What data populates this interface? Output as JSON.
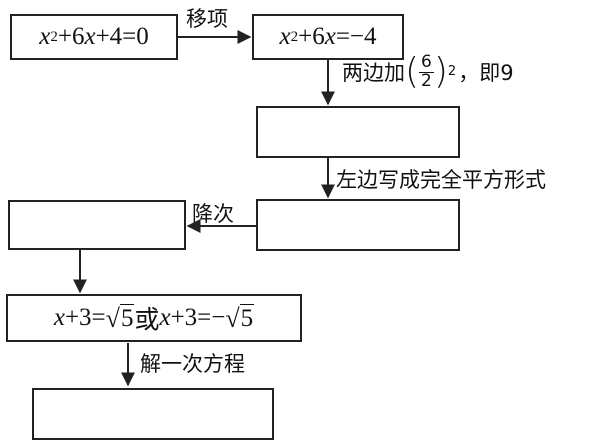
{
  "boxes": {
    "b1": {
      "var": "x",
      "sup": "2",
      "mid1": "+6",
      "var2": "x",
      "tail": "+4=0"
    },
    "b2": {
      "var": "x",
      "sup": "2",
      "mid1": "+6",
      "var2": "x",
      "tail": "=−4"
    },
    "b3": "",
    "b4": "",
    "b5": {
      "var": "x",
      "p1": "+3=",
      "rad1": "5",
      "or": "或",
      "var2": "x",
      "p2": "+3=−",
      "rad2": "5"
    },
    "b6": ""
  },
  "labels": {
    "move_term": "移项",
    "add_both_pre": "两边加",
    "add_both_num": "6",
    "add_both_den": "2",
    "add_both_sup": "2",
    "add_both_post": "，即9",
    "left_square": "左边写成完全平方形式",
    "reduce_degree": "降次",
    "solve_linear": "解一次方程"
  }
}
